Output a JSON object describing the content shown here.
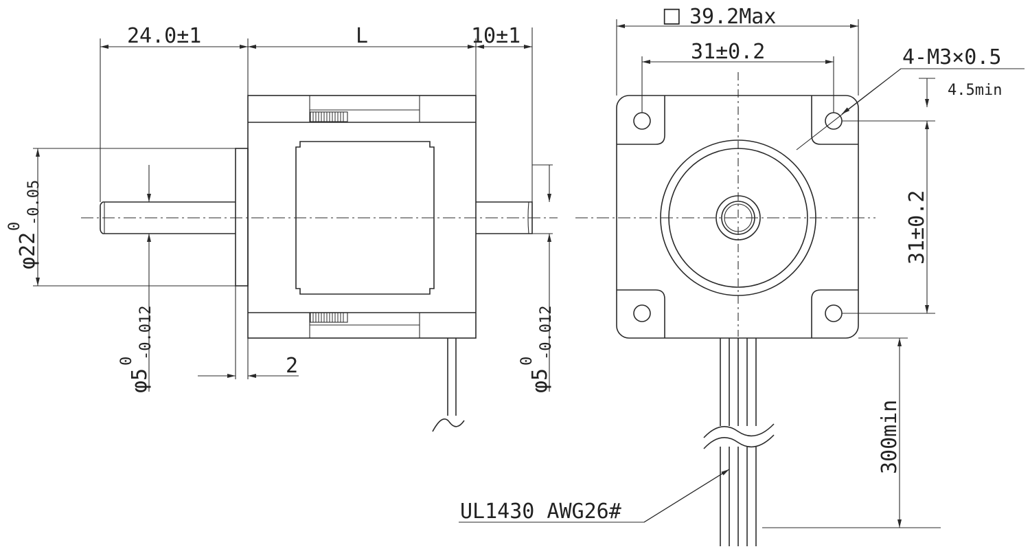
{
  "dimensions": {
    "shaft_length": "24.0±1",
    "body_length": "L",
    "rear_shaft_length": "10±1",
    "flange_size_symbol": "□",
    "flange_size": "39.2Max",
    "hole_spacing_horizontal": "31±0.2",
    "hole_spacing_vertical": "31±0.2",
    "mounting_thread": "4-M3×0.5",
    "thread_depth": "4.5min",
    "boss_diameter": "φ22",
    "boss_upper_tol": "0",
    "boss_lower_tol": "-0.05",
    "front_shaft_diameter": "φ5",
    "front_shaft_upper_tol": "0",
    "front_shaft_lower_tol": "-0.012",
    "rear_shaft_diameter": "φ5",
    "rear_shaft_upper_tol": "0",
    "rear_shaft_lower_tol": "-0.012",
    "boss_height": "2",
    "lead_length": "300min"
  },
  "cable": {
    "spec": "UL1430 AWG26#"
  }
}
